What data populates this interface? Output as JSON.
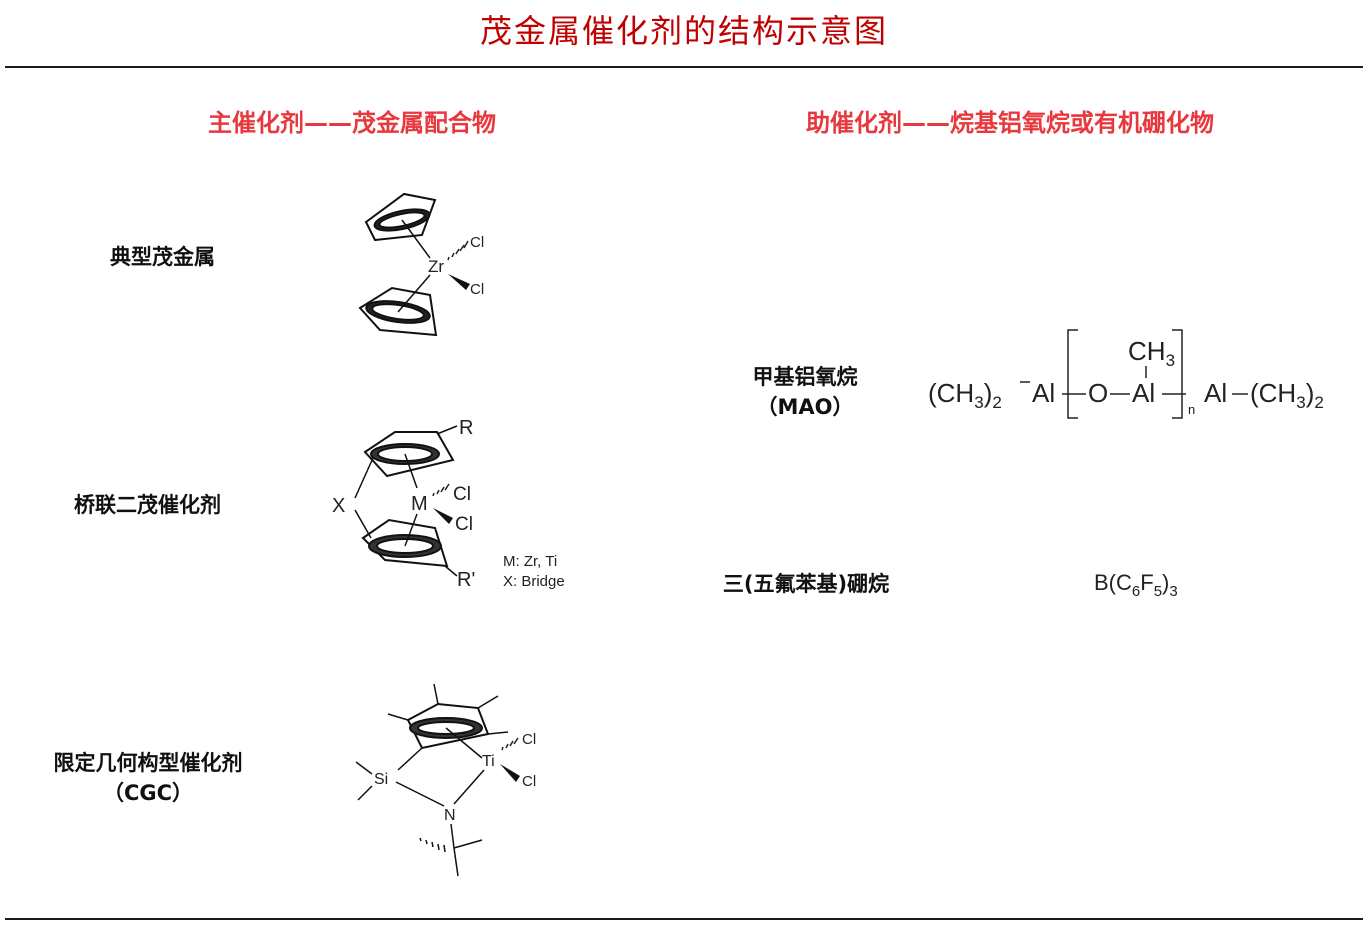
{
  "title": "茂金属催化剂的结构示意图",
  "main_catalyst": {
    "heading": "主催化剂——茂金属配合物",
    "items": [
      {
        "label": "典型茂金属",
        "label2": "",
        "formula": {
          "metal": "Zr",
          "ligand1": "Cl",
          "ligand2": "Cl"
        }
      },
      {
        "label": "桥联二茂催化剂",
        "label2": "",
        "formula": {
          "metal": "M",
          "ligand1": "Cl",
          "ligand2": "Cl",
          "bridge": "X",
          "sub1": "R",
          "sub2": "R'",
          "note1": "M: Zr, Ti",
          "note2": "X: Bridge"
        }
      },
      {
        "label": "限定几何构型催化剂",
        "label2": "（CGC）",
        "formula": {
          "metal": "Ti",
          "ligand1": "Cl",
          "ligand2": "Cl",
          "si": "Si",
          "n": "N"
        }
      }
    ]
  },
  "cocatalyst": {
    "heading": "助催化剂——烷基铝氧烷或有机硼化物",
    "items": [
      {
        "label": "甲基铝氧烷",
        "label2": "（MAO）",
        "formula": {
          "left": "(CH",
          "left_sub": "3",
          "left_close": ")",
          "left_sub2": "2",
          "al": "Al",
          "o": "O",
          "ch": "CH",
          "ch_sub": "3",
          "n": "n",
          "right": "(CH",
          "right_sub": "3",
          "right_close": ")",
          "right_sub2": "2"
        }
      },
      {
        "label": "三(五氟苯基)硼烷",
        "label2": "",
        "formula": {
          "b": "B(C",
          "c_sub": "6",
          "f": "F",
          "f_sub": "5",
          "close": ")",
          "close_sub": "3"
        }
      }
    ]
  },
  "colors": {
    "title": "#c00000",
    "heading": "#e8383d",
    "rule": "#1a1a1a"
  }
}
